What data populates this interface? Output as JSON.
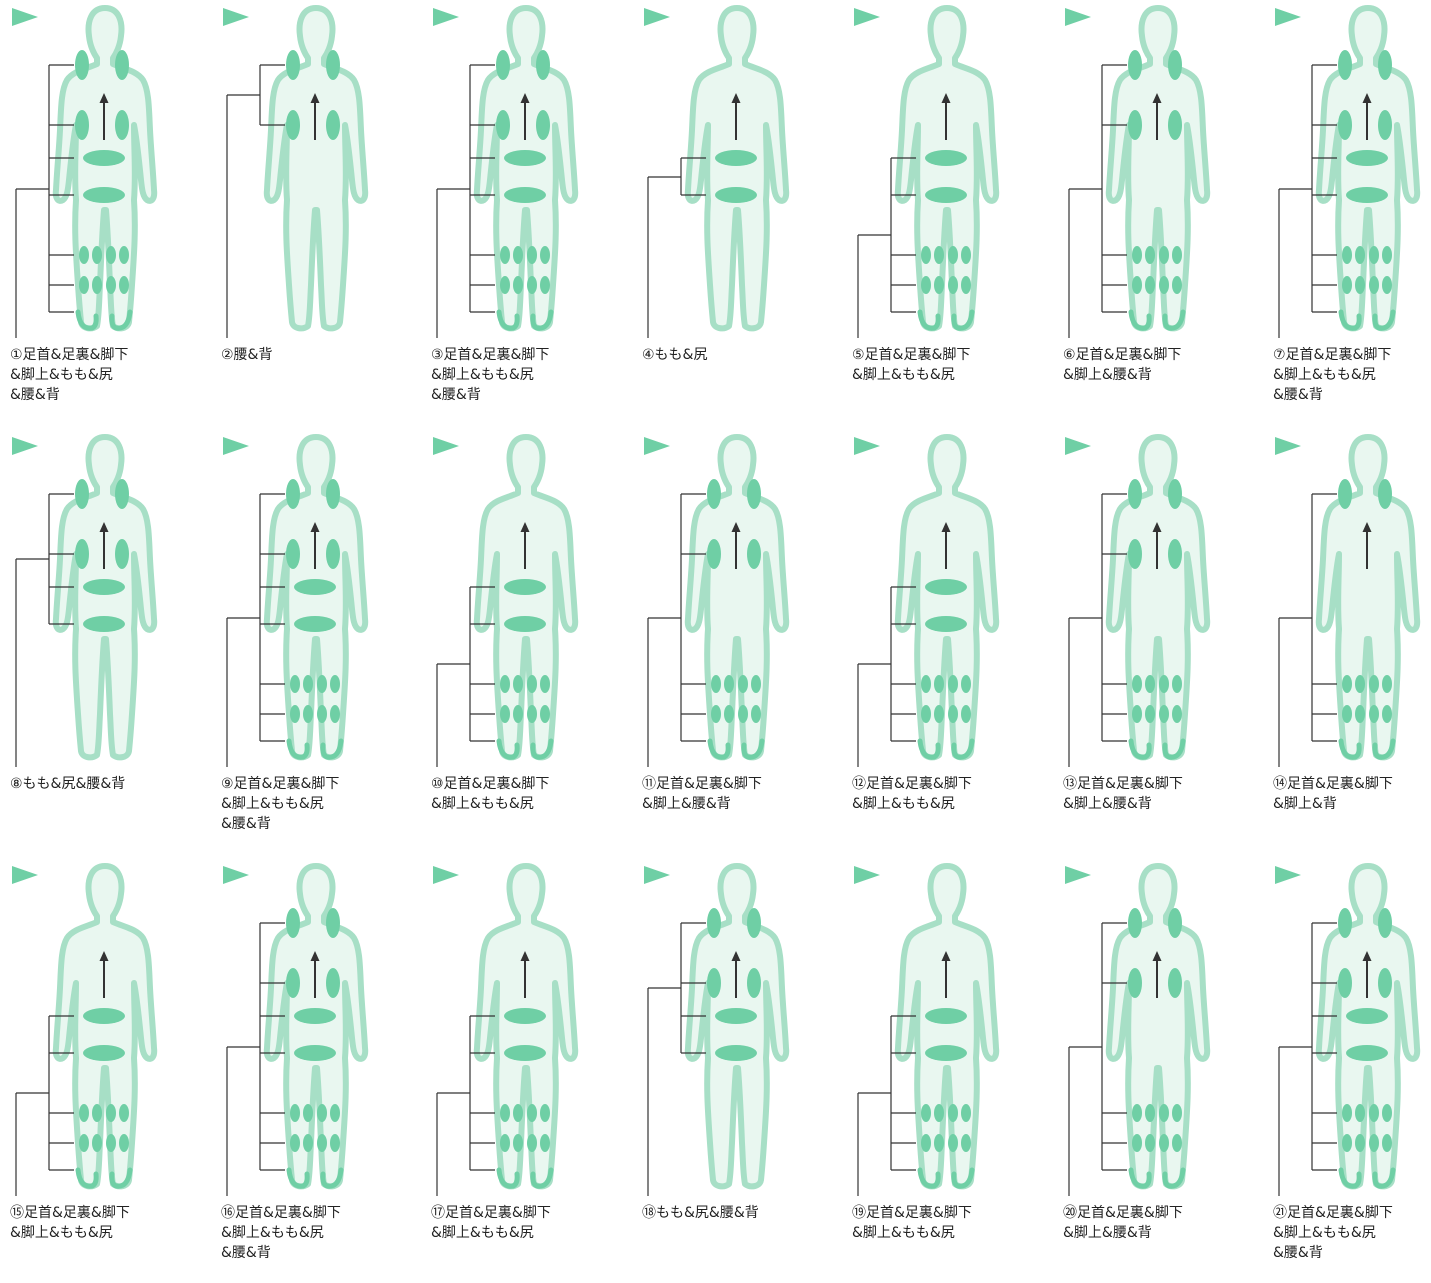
{
  "colors": {
    "accent": "#6fcfa5",
    "body_fill": "#e9f7f0",
    "body_outline": "#a7dfc6",
    "line": "#333333"
  },
  "icons": {
    "start": "play-triangle-icon",
    "direction": "up-arrow-icon"
  },
  "panels": [
    {
      "label": "①足首&足裏&脚下\n&脚上&もも&尻\n&腰&背",
      "zones": [
        "back",
        "waist",
        "hip",
        "thigh",
        "upperleg",
        "lowerleg",
        "sole"
      ]
    },
    {
      "label": "②腰&背",
      "zones": [
        "back",
        "waist"
      ]
    },
    {
      "label": "③足首&足裏&脚下\n&脚上&もも&尻\n&腰&背",
      "zones": [
        "back",
        "waist",
        "hip",
        "thigh",
        "upperleg",
        "lowerleg",
        "sole"
      ]
    },
    {
      "label": "④もも&尻",
      "zones": [
        "hip",
        "thigh"
      ]
    },
    {
      "label": "⑤足首&足裏&脚下\n&脚上&もも&尻",
      "zones": [
        "hip",
        "thigh",
        "upperleg",
        "lowerleg",
        "sole"
      ]
    },
    {
      "label": "⑥足首&足裏&脚下\n&脚上&腰&背",
      "zones": [
        "back",
        "waist",
        "upperleg",
        "lowerleg",
        "sole"
      ]
    },
    {
      "label": "⑦足首&足裏&脚下\n&脚上&もも&尻\n&腰&背",
      "zones": [
        "back",
        "waist",
        "hip",
        "thigh",
        "upperleg",
        "lowerleg",
        "sole"
      ]
    },
    {
      "label": "⑧もも&尻&腰&背",
      "zones": [
        "back",
        "waist",
        "hip",
        "thigh"
      ]
    },
    {
      "label": "⑨足首&足裏&脚下\n&脚上&もも&尻\n&腰&背",
      "zones": [
        "back",
        "waist",
        "hip",
        "thigh",
        "upperleg",
        "lowerleg",
        "sole"
      ]
    },
    {
      "label": "⑩足首&足裏&脚下\n&脚上&もも&尻",
      "zones": [
        "hip",
        "thigh",
        "upperleg",
        "lowerleg",
        "sole"
      ]
    },
    {
      "label": "⑪足首&足裏&脚下\n&脚上&腰&背",
      "zones": [
        "back",
        "waist",
        "upperleg",
        "lowerleg",
        "sole"
      ]
    },
    {
      "label": "⑫足首&足裏&脚下\n&脚上&もも&尻",
      "zones": [
        "hip",
        "thigh",
        "upperleg",
        "lowerleg",
        "sole"
      ]
    },
    {
      "label": "⑬足首&足裏&脚下\n&脚上&腰&背",
      "zones": [
        "back",
        "waist",
        "upperleg",
        "lowerleg",
        "sole"
      ]
    },
    {
      "label": "⑭足首&足裏&脚下\n&脚上&背",
      "zones": [
        "back",
        "upperleg",
        "lowerleg",
        "sole"
      ]
    },
    {
      "label": "⑮足首&足裏&脚下\n&脚上&もも&尻",
      "zones": [
        "hip",
        "thigh",
        "upperleg",
        "lowerleg",
        "sole"
      ]
    },
    {
      "label": "⑯足首&足裏&脚下\n&脚上&もも&尻\n&腰&背",
      "zones": [
        "back",
        "waist",
        "hip",
        "thigh",
        "upperleg",
        "lowerleg",
        "sole"
      ]
    },
    {
      "label": "⑰足首&足裏&脚下\n&脚上&もも&尻",
      "zones": [
        "hip",
        "thigh",
        "upperleg",
        "lowerleg",
        "sole"
      ]
    },
    {
      "label": "⑱もも&尻&腰&背",
      "zones": [
        "back",
        "waist",
        "hip",
        "thigh"
      ]
    },
    {
      "label": "⑲足首&足裏&脚下\n&脚上&もも&尻",
      "zones": [
        "hip",
        "thigh",
        "upperleg",
        "lowerleg",
        "sole"
      ]
    },
    {
      "label": "⑳足首&足裏&脚下\n&脚上&腰&背",
      "zones": [
        "back",
        "waist",
        "upperleg",
        "lowerleg",
        "sole"
      ]
    },
    {
      "label": "㉑足首&足裏&脚下\n&脚上&もも&尻\n&腰&背",
      "zones": [
        "back",
        "waist",
        "hip",
        "thigh",
        "upperleg",
        "lowerleg",
        "sole"
      ]
    }
  ]
}
